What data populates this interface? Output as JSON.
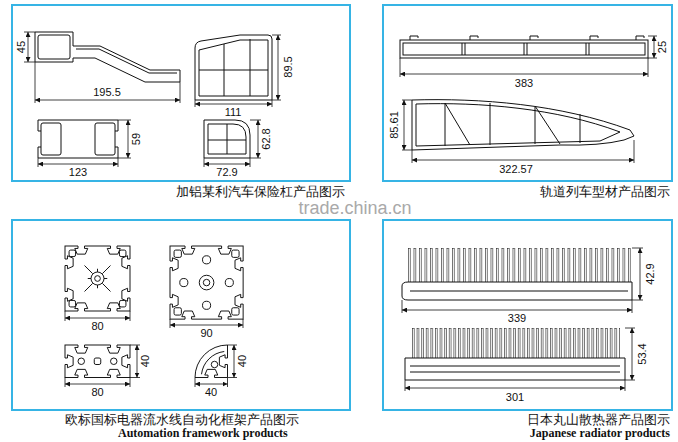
{
  "diagram": {
    "labels": [
      "45",
      "195.5",
      "89.5",
      "111",
      "59",
      "123",
      "62.8",
      "72.9",
      "25",
      "383",
      "85.61",
      "322.57",
      "加铝某利汽车保险杠产品图示",
      "轨道列车型材产品图示",
      "trade.china.cn",
      "80",
      "90",
      "40",
      "80",
      "40",
      "40",
      "42.9",
      "339",
      "53.4",
      "301",
      "欧标国标电器流水线自动化框架产品图示",
      "Automation framework products",
      "日本丸山散热器产品图示",
      "Japanese radiator products"
    ]
  }
}
